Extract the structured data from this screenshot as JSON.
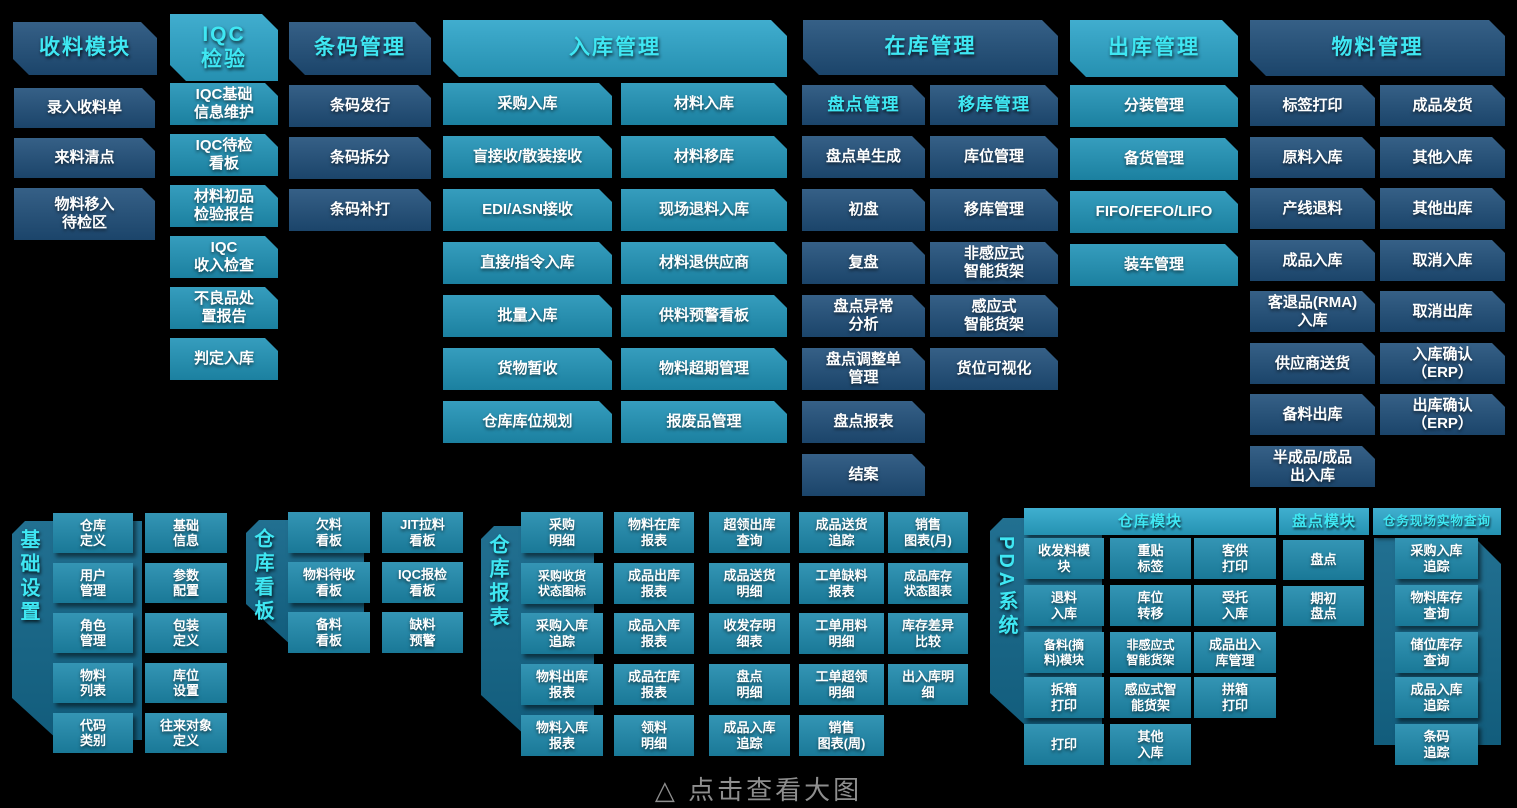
{
  "page": {
    "background": "#000000",
    "caption": "△ 点击查看大图"
  },
  "palette": {
    "dark_blue": "#1F4E79",
    "teal_item": "#1F92B6",
    "teal_header": "#2BA4C9",
    "cyan_text": "#3FE7F3",
    "bottom_panel": "#14678A",
    "bottom_item": "#1D89AC",
    "bottom_header": "#2AA6CA",
    "caption_gray": "#8E8E8E"
  },
  "top_sections": [
    {
      "title": "收料模块",
      "theme": "dark",
      "columns": [
        {
          "items": [
            "录入收料单",
            "来料清点",
            "物料移入\n待检区"
          ]
        }
      ]
    },
    {
      "title": "IQC\n检验",
      "theme": "teal",
      "columns": [
        {
          "items": [
            "IQC基础\n信息维护",
            "IQC待检\n看板",
            "材料初品\n检验报告",
            "IQC\n收入检查",
            "不良品处\n置报告",
            "判定入库"
          ]
        }
      ]
    },
    {
      "title": "条码管理",
      "theme": "dark",
      "columns": [
        {
          "items": [
            "条码发行",
            "条码拆分",
            "条码补打"
          ]
        }
      ]
    },
    {
      "title": "入库管理",
      "theme": "teal",
      "columns": [
        {
          "items": [
            "采购入库",
            "盲接收/散装接收",
            "EDI/ASN接收",
            "直接/指令入库",
            "批量入库",
            "货物暂收",
            "仓库库位规划"
          ]
        },
        {
          "items": [
            "材料入库",
            "材料移库",
            "现场退料入库",
            "材料退供应商",
            "供料预警看板",
            "物料超期管理",
            "报废品管理"
          ]
        }
      ]
    },
    {
      "title": "在库管理",
      "theme": "dark",
      "columns": [
        {
          "subtitle": "盘点管理",
          "items": [
            "盘点单生成",
            "初盘",
            "复盘",
            "盘点异常\n分析",
            "盘点调整单\n管理",
            "盘点报表",
            "结案"
          ]
        },
        {
          "subtitle": "移库管理",
          "items": [
            "库位管理",
            "移库管理",
            "非感应式\n智能货架",
            "感应式\n智能货架",
            "货位可视化"
          ]
        }
      ]
    },
    {
      "title": "出库管理",
      "theme": "teal",
      "columns": [
        {
          "items": [
            "分装管理",
            "备货管理",
            "FIFO/FEFO/LIFO",
            "装车管理"
          ]
        }
      ]
    },
    {
      "title": "物料管理",
      "theme": "dark",
      "columns": [
        {
          "items": [
            "标签打印",
            "原料入库",
            "产线退料",
            "成品入库",
            "客退品(RMA)\n入库",
            "供应商送货",
            "备料出库",
            "半成品/成品\n出入库"
          ]
        },
        {
          "items": [
            "成品发货",
            "其他入库",
            "其他出库",
            "取消入库",
            "取消出库",
            "入库确认\n（ERP）",
            "出库确认\n（ERP）"
          ]
        }
      ]
    }
  ],
  "bottom_sections": [
    {
      "label": "基础设置",
      "columns": [
        {
          "items": [
            "仓库\n定义",
            "用户\n管理",
            "角色\n管理",
            "物料\n列表",
            "代码\n类别"
          ]
        },
        {
          "items": [
            "基础\n信息",
            "参数\n配置",
            "包装\n定义",
            "库位\n设置",
            "往来对象\n定义"
          ]
        }
      ]
    },
    {
      "label": "仓库看板",
      "columns": [
        {
          "items": [
            "欠料\n看板",
            "物料待收\n看板",
            "备料\n看板"
          ]
        },
        {
          "items": [
            "JIT拉料\n看板",
            "IQC报检\n看板",
            "缺料\n预警"
          ]
        }
      ]
    },
    {
      "label": "仓库报表",
      "columns": [
        {
          "items": [
            "采购\n明细",
            "采购收货\n状态图标",
            "采购入库\n追踪",
            "物料出库\n报表",
            "物料入库\n报表"
          ]
        },
        {
          "items": [
            "物料在库\n报表",
            "成品出库\n报表",
            "成品入库\n报表",
            "成品在库\n报表",
            "领料\n明细"
          ]
        },
        {
          "items": [
            "超领出库\n查询",
            "成品送货\n明细",
            "收发存明\n细表",
            "盘点\n明细",
            "成品入库\n追踪"
          ]
        },
        {
          "items": [
            "成品送货\n追踪",
            "工单缺料\n报表",
            "工单用料\n明细",
            "工单超领\n明细",
            "销售\n图表(周)"
          ]
        },
        {
          "items": [
            "销售\n图表(月)",
            "成品库存\n状态图表",
            "库存差异\n比较",
            "出入库明\n细"
          ]
        }
      ]
    },
    {
      "label": "PDA系统",
      "header": "仓库模块",
      "columns": [
        {
          "items": [
            "收发料模\n块",
            "退料\n入库",
            "备料(摘\n料)模块",
            "拆箱\n打印",
            "打印"
          ]
        },
        {
          "items": [
            "重贴\n标签",
            "库位\n转移",
            "非感应式\n智能货架",
            "感应式智\n能货架",
            "其他\n入库"
          ]
        },
        {
          "items": [
            "客供\n打印",
            "受托\n入库",
            "成品出入\n库管理",
            "拼箱\n打印"
          ]
        }
      ]
    },
    {
      "header": "盘点模块",
      "columns": [
        {
          "items": [
            "盘点",
            "期初\n盘点"
          ]
        }
      ]
    },
    {
      "header": "仓务现场实物查询",
      "columns": [
        {
          "items": [
            "采购入库\n追踪",
            "物料库存\n查询",
            "储位库存\n查询",
            "成品入库\n追踪",
            "条码\n追踪"
          ]
        }
      ]
    }
  ]
}
